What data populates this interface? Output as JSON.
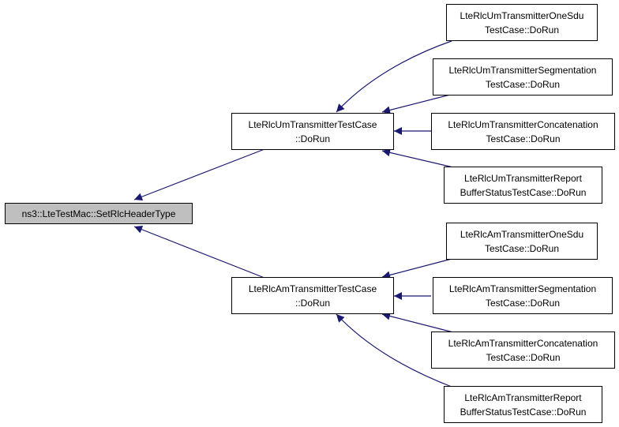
{
  "colors": {
    "edge": "#191970",
    "node_border": "#000000",
    "root_fill": "#bfbfbf",
    "node_fill": "#ffffff"
  },
  "nodes": {
    "root": {
      "lines": [
        "ns3::LteTestMac::SetRlcHeaderType"
      ]
    },
    "um_case": {
      "lines": [
        "LteRlcUmTransmitterTestCase",
        "::DoRun"
      ]
    },
    "am_case": {
      "lines": [
        "LteRlcAmTransmitterTestCase",
        "::DoRun"
      ]
    },
    "um_onesdu": {
      "lines": [
        "LteRlcUmTransmitterOneSdu",
        "TestCase::DoRun"
      ]
    },
    "um_segmentation": {
      "lines": [
        "LteRlcUmTransmitterSegmentation",
        "TestCase::DoRun"
      ]
    },
    "um_concatenation": {
      "lines": [
        "LteRlcUmTransmitterConcatenation",
        "TestCase::DoRun"
      ]
    },
    "um_report": {
      "lines": [
        "LteRlcUmTransmitterReport",
        "BufferStatusTestCase::DoRun"
      ]
    },
    "am_onesdu": {
      "lines": [
        "LteRlcAmTransmitterOneSdu",
        "TestCase::DoRun"
      ]
    },
    "am_segmentation": {
      "lines": [
        "LteRlcAmTransmitterSegmentation",
        "TestCase::DoRun"
      ]
    },
    "am_concatenation": {
      "lines": [
        "LteRlcAmTransmitterConcatenation",
        "TestCase::DoRun"
      ]
    },
    "am_report": {
      "lines": [
        "LteRlcAmTransmitterReport",
        "BufferStatusTestCase::DoRun"
      ]
    }
  },
  "edges": [
    {
      "from": "um_case",
      "to": "root"
    },
    {
      "from": "am_case",
      "to": "root"
    },
    {
      "from": "um_onesdu",
      "to": "um_case"
    },
    {
      "from": "um_segmentation",
      "to": "um_case"
    },
    {
      "from": "um_concatenation",
      "to": "um_case"
    },
    {
      "from": "um_report",
      "to": "um_case"
    },
    {
      "from": "am_onesdu",
      "to": "am_case"
    },
    {
      "from": "am_segmentation",
      "to": "am_case"
    },
    {
      "from": "am_concatenation",
      "to": "am_case"
    },
    {
      "from": "am_report",
      "to": "am_case"
    }
  ]
}
